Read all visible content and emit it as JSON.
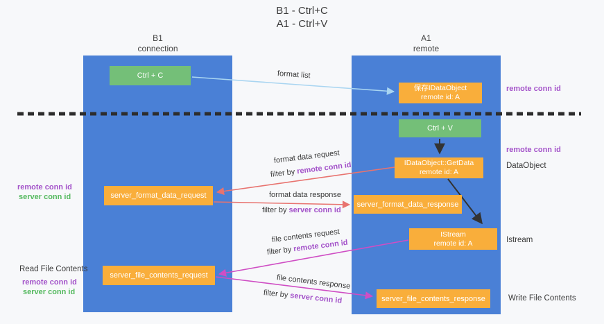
{
  "title": {
    "line1": "B1 - Ctrl+C",
    "line2": "A1 - Ctrl+V"
  },
  "lanes": {
    "left": {
      "name": "B1",
      "role": "connection"
    },
    "right": {
      "name": "A1",
      "role": "remote"
    }
  },
  "nodes": {
    "ctrl_c": {
      "label": "Ctrl + C"
    },
    "ctrl_v": {
      "label": "Ctrl + V"
    },
    "save_idataobject": {
      "line1": "保存IDataObject",
      "line2": "remote id: A"
    },
    "getdata": {
      "line1": "IDataObject::GetData",
      "line2": "remote id: A"
    },
    "istream": {
      "line1": "IStream",
      "line2": "remote id: A"
    },
    "format_request": {
      "label": "server_format_data_request"
    },
    "format_response": {
      "label": "server_format_data_response"
    },
    "file_request": {
      "label": "server_file_contents_request"
    },
    "file_response": {
      "label": "server_file_contents_response"
    }
  },
  "edges": {
    "format_list": {
      "label": "format list"
    },
    "format_data_request": {
      "label": "format data request",
      "filter_prefix": "filter by ",
      "filter_key": "remote conn id"
    },
    "format_data_response": {
      "label": "format data response",
      "filter_prefix": "filter by ",
      "filter_key": "server conn id"
    },
    "file_contents_request": {
      "label": "file contents request",
      "filter_prefix": "filter by ",
      "filter_key": "remote conn id"
    },
    "file_contents_response": {
      "label": "file contents response",
      "filter_prefix": "filter by ",
      "filter_key": "server conn id"
    }
  },
  "annotations": {
    "right_remote_conn_id_top": "remote conn id",
    "right_remote_conn_id_mid": "remote conn id",
    "dataobject": "DataObject",
    "istream": "Istream",
    "write_file_contents": "Write File Contents",
    "left_remote_conn_id_top": "remote conn id",
    "left_server_conn_id_top": "server conn id",
    "read_file_contents": "Read File Contents",
    "left_remote_conn_id_bottom": "remote conn id",
    "left_server_conn_id_bottom": "server conn id"
  },
  "colors": {
    "lane_fill": "#4a80d6",
    "node_green": "#74bf78",
    "node_orange": "#f9ae3b",
    "arrow_lightblue": "#a9d5f1",
    "arrow_salmon": "#e8736f",
    "arrow_magenta": "#cf4ec4",
    "arrow_black": "#333333",
    "text_purple": "#a352c9",
    "text_green": "#55b95f"
  }
}
